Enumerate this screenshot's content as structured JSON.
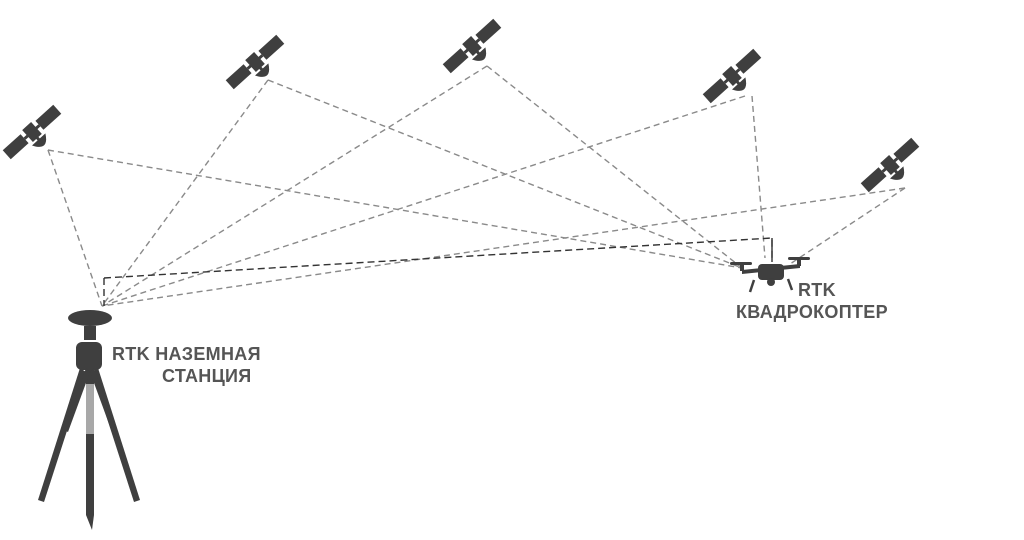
{
  "colors": {
    "device": "#3f3f3f",
    "link": "#8a8a8a",
    "label": "#555555"
  },
  "base_station": {
    "label_line1": "RTK НАЗЕМНАЯ",
    "label_line2": "СТАНЦИЯ"
  },
  "quadcopter": {
    "label_line1": "RTK",
    "label_line2": "КВАДРОКОПТЕР"
  },
  "satellites": [
    {
      "name": "satellite-1"
    },
    {
      "name": "satellite-2"
    },
    {
      "name": "satellite-3"
    },
    {
      "name": "satellite-4"
    },
    {
      "name": "satellite-5"
    }
  ]
}
